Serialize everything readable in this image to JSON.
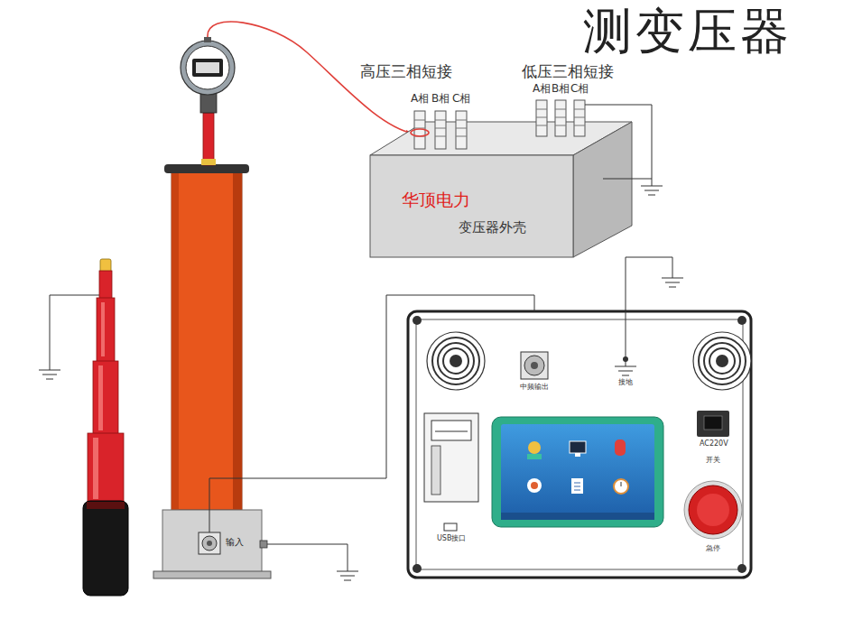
{
  "diagram": {
    "title": "测变压器",
    "nodes": [
      {
        "text": [
          "华顶电力",
          "变压器外壳"
        ]
      },
      {
        "text": [
          "中频输出",
          "接地",
          "USB接口",
          "AC220V",
          "开关",
          "急停"
        ]
      },
      {
        "text": [
          "输入"
        ]
      }
    ],
    "edges": [
      {
        "from": 1,
        "to": 2,
        "arrow": "none"
      }
    ],
    "labels": [
      "高压三相短接",
      "A相",
      "B相",
      "C相",
      "低压三相短接",
      "A相",
      "B相",
      "C相"
    ]
  }
}
